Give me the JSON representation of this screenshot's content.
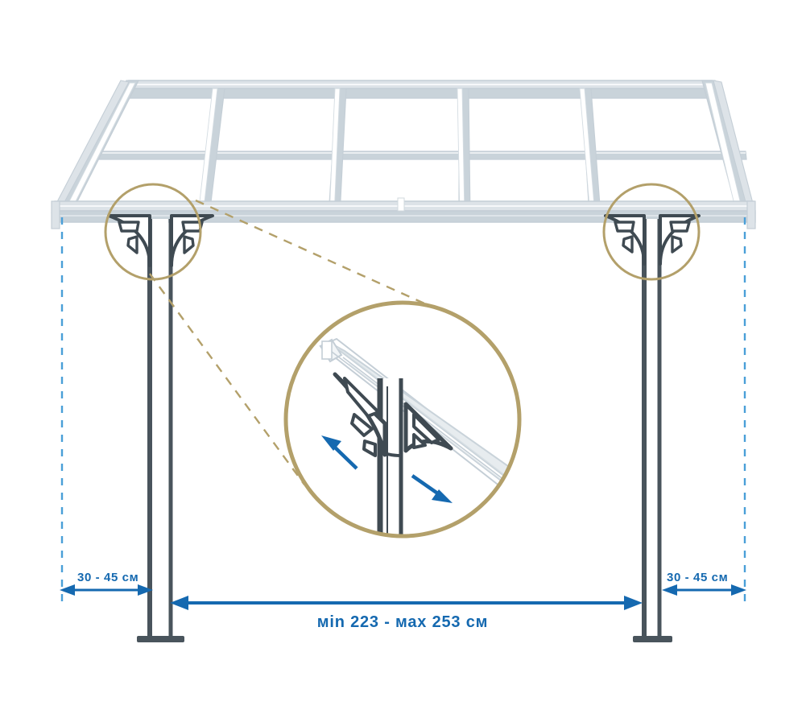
{
  "diagram": {
    "title": "Carport adjustable post position diagram",
    "subject": "carport-roof-with-adjustable-posts",
    "colors": {
      "dimension_blue": "#1569b0",
      "dimension_blue_light": "#4a9fd8",
      "post_dark": "#49545c",
      "roof_gray": "#c4ced6",
      "roof_gray_light": "#dde3e8",
      "callout_gold": "#b3a06a",
      "background": "#ffffff"
    }
  },
  "dimensions": {
    "left_offset": {
      "label": "30 - 45 см",
      "min": 30,
      "max": 45,
      "unit": "см"
    },
    "right_offset": {
      "label": "30 - 45 см",
      "min": 30,
      "max": 45,
      "unit": "см"
    },
    "span": {
      "label": "мin 223 - маx 253 см",
      "prefix_min": "мin",
      "value_min": "223",
      "separator": "-",
      "prefix_max": "маx",
      "value_max": "253",
      "unit": "см"
    }
  },
  "callouts": {
    "left_detail": {
      "name": "post-bracket-detail-left",
      "shape": "circle"
    },
    "right_detail": {
      "name": "post-bracket-detail-right",
      "shape": "circle"
    },
    "magnifier": {
      "name": "magnified-bracket-view",
      "shape": "circle",
      "arrows": [
        {
          "name": "adjust-arrow-up-left",
          "direction": "up-left"
        },
        {
          "name": "adjust-arrow-down-right",
          "direction": "down-right"
        }
      ]
    }
  },
  "structure": {
    "roof": {
      "name": "carport-roof-panel",
      "bays": 5
    },
    "posts": [
      {
        "name": "post-left"
      },
      {
        "name": "post-right"
      }
    ],
    "reference_lines": [
      {
        "name": "reference-line-left"
      },
      {
        "name": "reference-line-right"
      }
    ]
  }
}
